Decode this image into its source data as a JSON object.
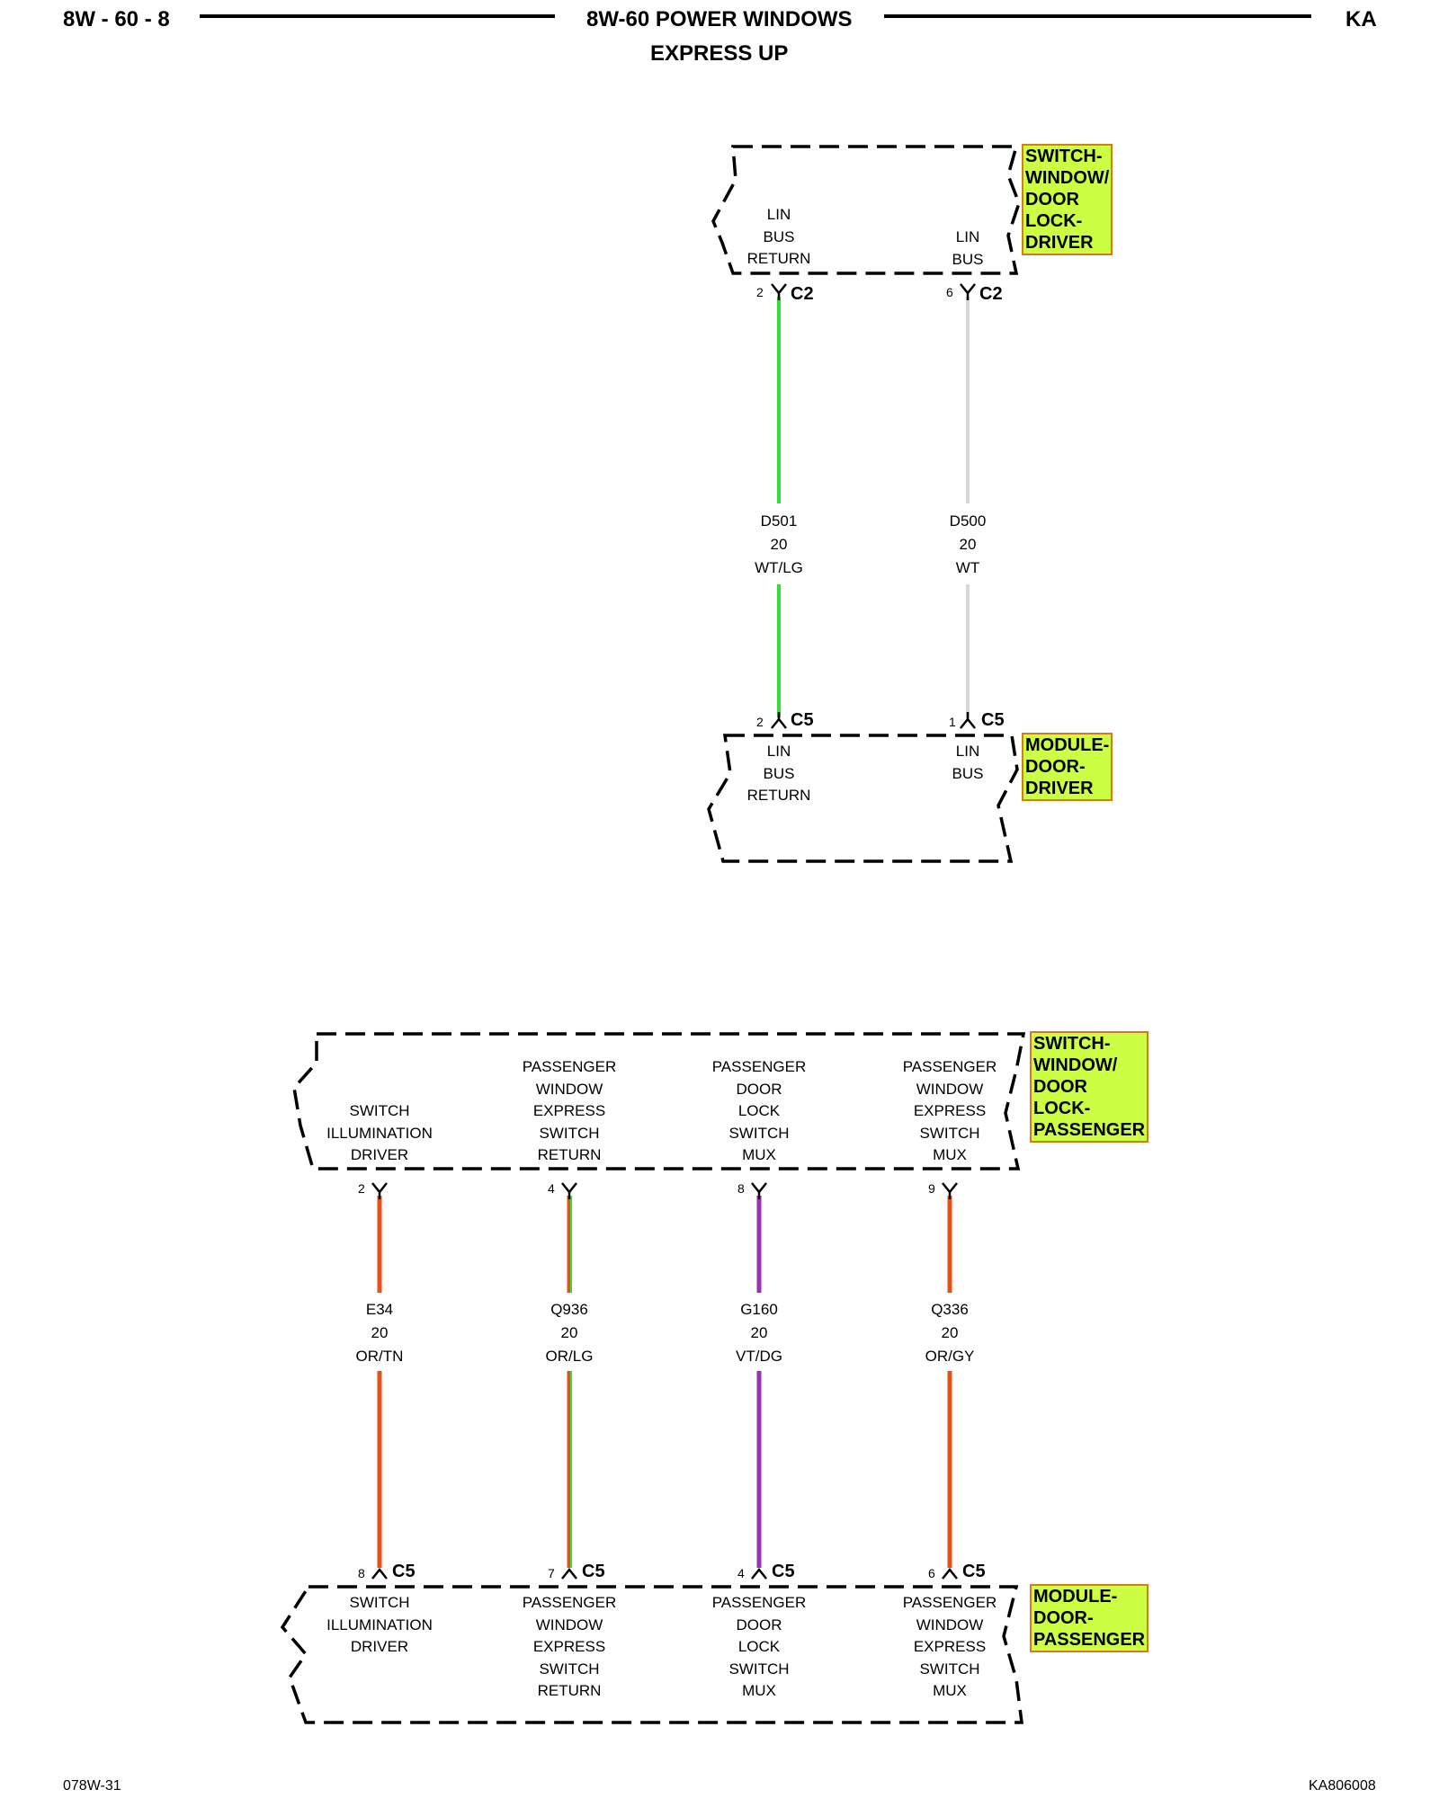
{
  "header": {
    "left": "8W - 60 - 8",
    "center": "8W-60 POWER WINDOWS",
    "right": "KA",
    "subtitle": "EXPRESS UP"
  },
  "footer": {
    "left": "078W-31",
    "right": "KA806008"
  },
  "colors": {
    "wire_green": "#33dd33",
    "wire_white": "#d8d8d8",
    "wire_orange": "#e8501a",
    "wire_violet": "#9a2fb8",
    "tag_bg": "#ccff44",
    "tag_border": "#d97a1a"
  },
  "top_section": {
    "upper_component": {
      "name": "SWITCH-\nWINDOW/\nDOOR\nLOCK-\nDRIVER"
    },
    "lower_component": {
      "name": "MODULE-\nDOOR-\nDRIVER"
    },
    "circuits": [
      {
        "upper_label": "LIN\nBUS\nRETURN",
        "upper_pin": "2",
        "upper_conn": "C2",
        "wire_id": "D501",
        "gauge": "20",
        "color_code": "WT/LG",
        "lower_pin": "2",
        "lower_conn": "C5",
        "lower_label": "LIN\nBUS\nRETURN"
      },
      {
        "upper_label": "LIN\nBUS",
        "upper_pin": "6",
        "upper_conn": "C2",
        "wire_id": "D500",
        "gauge": "20",
        "color_code": "WT",
        "lower_pin": "1",
        "lower_conn": "C5",
        "lower_label": "LIN\nBUS"
      }
    ]
  },
  "bottom_section": {
    "upper_component": {
      "name": "SWITCH-\nWINDOW/\nDOOR\nLOCK-\nPASSENGER"
    },
    "lower_component": {
      "name": "MODULE-\nDOOR-\nPASSENGER"
    },
    "circuits": [
      {
        "upper_label": "SWITCH\nILLUMINATION\nDRIVER",
        "upper_pin": "2",
        "wire_id": "E34",
        "gauge": "20",
        "color_code": "OR/TN",
        "lower_pin": "8",
        "lower_conn": "C5",
        "lower_label": "SWITCH\nILLUMINATION\nDRIVER"
      },
      {
        "upper_label": "PASSENGER\nWINDOW\nEXPRESS\nSWITCH\nRETURN",
        "upper_pin": "4",
        "wire_id": "Q936",
        "gauge": "20",
        "color_code": "OR/LG",
        "lower_pin": "7",
        "lower_conn": "C5",
        "lower_label": "PASSENGER\nWINDOW\nEXPRESS\nSWITCH\nRETURN"
      },
      {
        "upper_label": "PASSENGER\nDOOR\nLOCK\nSWITCH\nMUX",
        "upper_pin": "8",
        "wire_id": "G160",
        "gauge": "20",
        "color_code": "VT/DG",
        "lower_pin": "4",
        "lower_conn": "C5",
        "lower_label": "PASSENGER\nDOOR\nLOCK\nSWITCH\nMUX"
      },
      {
        "upper_label": "PASSENGER\nWINDOW\nEXPRESS\nSWITCH\nMUX",
        "upper_pin": "9",
        "wire_id": "Q336",
        "gauge": "20",
        "color_code": "OR/GY",
        "lower_pin": "6",
        "lower_conn": "C5",
        "lower_label": "PASSENGER\nWINDOW\nEXPRESS\nSWITCH\nMUX"
      }
    ]
  }
}
